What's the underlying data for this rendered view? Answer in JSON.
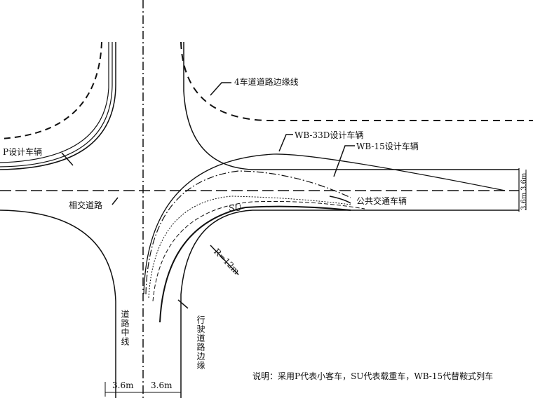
{
  "labels": {
    "edge_line": "4车道道路边缘线",
    "wb33d": "WB-33D设计车辆",
    "wb15": "WB-15设计车辆",
    "p_vehicle": "P设计车辆",
    "cross_road": "相交道路",
    "su": "SU",
    "bus": "公共交通车辆",
    "radius": "R=12m",
    "centerline": "道路中线",
    "travel_edge": "行驶道路边缘",
    "lane_left": "3.6m",
    "lane_right": "3.6m",
    "lane_h_top": "3.6m",
    "lane_h_bottom": "3.6m",
    "note": "说明：采用P代表小客车，SU代表载重车，WB-15代替鞍式列车"
  }
}
